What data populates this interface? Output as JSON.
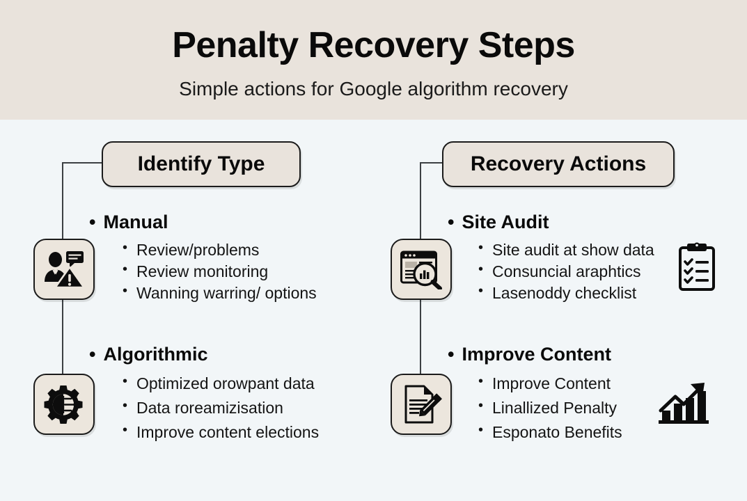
{
  "header": {
    "title": "Penalty Recovery Steps",
    "subtitle": "Simple actions for Google algorithm recovery",
    "band_color": "#e9e3dc"
  },
  "theme": {
    "background": "#f2f6f8",
    "pill_fill": "#e9e3dc",
    "tile_fill": "#ece6dd",
    "stroke": "#1b1b1b",
    "text": "#0a0a0a"
  },
  "columns": [
    {
      "id": "identify-type",
      "header": "Identify Type",
      "groups": [
        {
          "id": "manual",
          "title": "Manual",
          "icon": "person-warning-icon",
          "items": [
            "Review/problems",
            "Review monitoring",
            "Wanning warring/ options"
          ]
        },
        {
          "id": "algorithmic",
          "title": "Algorithmic",
          "icon": "gear-circuit-icon",
          "items": [
            "Optimized orowpant data",
            "Data roreamizisation",
            "Improve content elections"
          ]
        }
      ]
    },
    {
      "id": "recovery-actions",
      "header": "Recovery Actions",
      "groups": [
        {
          "id": "site-audit",
          "title": "Site Audit",
          "icon": "site-audit-magnifier-icon",
          "decoration": "clipboard-checklist-icon",
          "items": [
            "Site audit at show data",
            "Consuncial araphtics",
            "Lasenoddy checklist"
          ]
        },
        {
          "id": "improve-content",
          "title": "Improve Content",
          "icon": "document-pencil-icon",
          "decoration": "growth-chart-icon",
          "items": [
            "Improve Content",
            "Linallized Penalty",
            "Esponato Benefits"
          ]
        }
      ]
    }
  ]
}
